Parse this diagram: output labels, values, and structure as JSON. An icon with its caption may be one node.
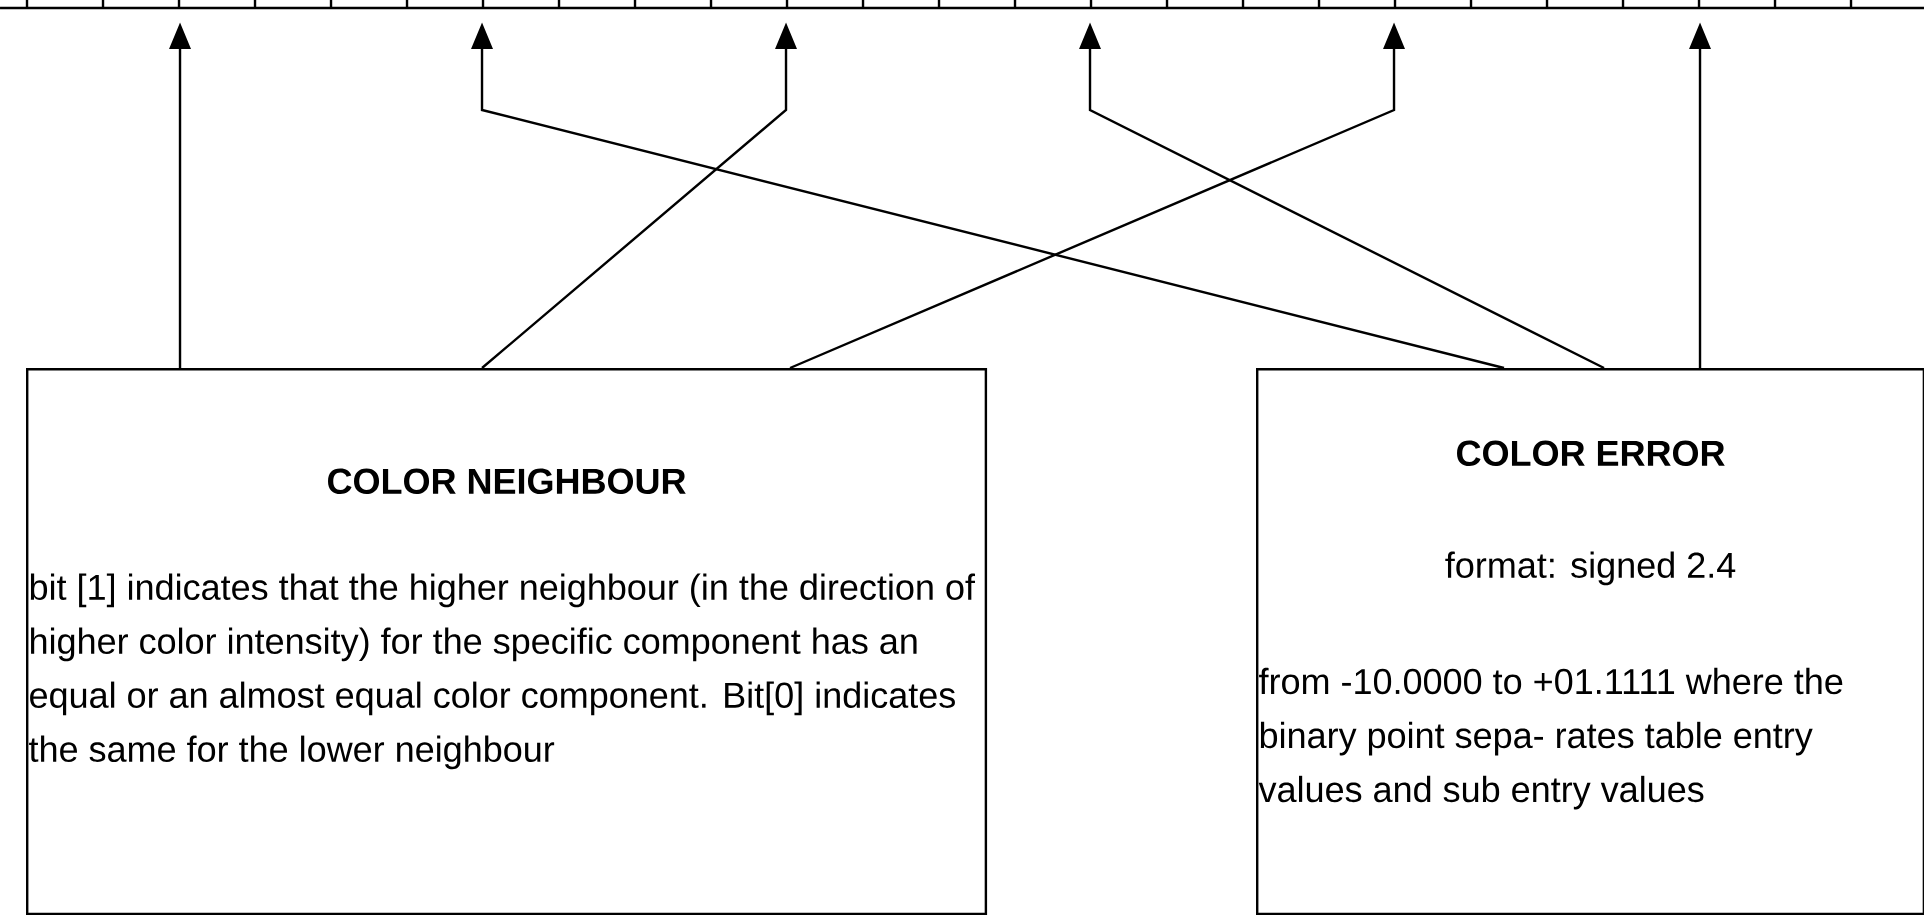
{
  "diagram": {
    "nodes": [
      {
        "text": [],
        "shape": "bar"
      },
      {
        "text": [
          "COLOR NEIGHBOUR",
          "bit [1] indicates that the higher neighbour (in the direction of higher color intensity) for the specific component has an equal or an almost equal color component. Bit[0] indicates the same for the lower neighbour"
        ]
      },
      {
        "text": [
          "COLOR ERROR",
          "format: signed 2.4",
          "from -10.0000 to +01.1111 where the binary point sepa- rates table entry values and sub entry values"
        ]
      }
    ],
    "edges": [
      {
        "from": 1,
        "to": 0,
        "arrow": "to"
      },
      {
        "from": 1,
        "to": 0,
        "arrow": "to"
      },
      {
        "from": 1,
        "to": 0,
        "arrow": "to"
      },
      {
        "from": 2,
        "to": 0,
        "arrow": "to"
      },
      {
        "from": 2,
        "to": 0,
        "arrow": "to"
      },
      {
        "from": 2,
        "to": 0,
        "arrow": "to"
      }
    ]
  }
}
